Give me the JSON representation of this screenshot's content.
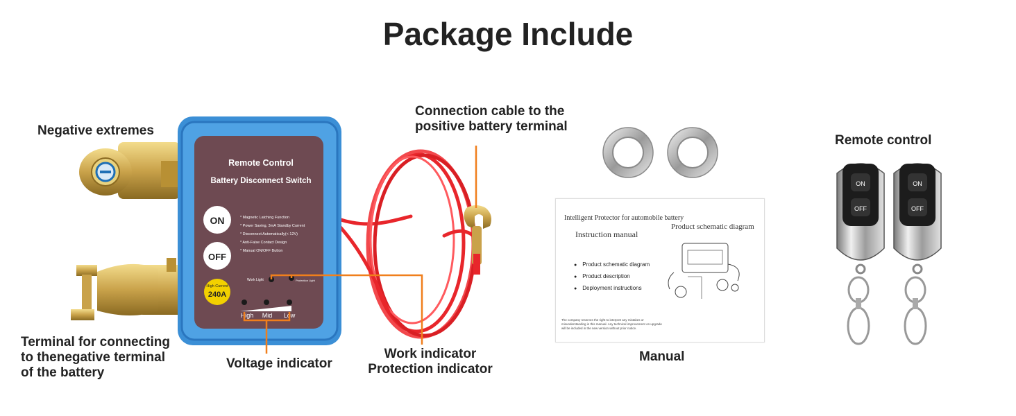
{
  "title": "Package Include",
  "labels": {
    "negative_extremes": "Negative extremes",
    "connection_cable": [
      "Connection cable to the",
      "positive battery terminal"
    ],
    "terminal": [
      "Terminal for connecting",
      "to thenegative terminal",
      "of the battery"
    ],
    "voltage_indicator": "Voltage indicator",
    "work_indicator": [
      "Work indicator",
      "Protection indicator"
    ],
    "manual": "Manual",
    "remote_control": "Remote control"
  },
  "device": {
    "line1": "Remote Control",
    "line2": "Battery Disconnect Switch",
    "on_button": "ON",
    "off_button": "OFF",
    "features": [
      "* Magnetic Latching Function",
      "* Power Saving, 3mA Standby Current",
      "* Disconnect Automatically(< 12V)",
      "* Anti-False Contact Design",
      "* Manual ON/OFF Button"
    ],
    "high_current_label": "High Current",
    "high_current_value": "240A",
    "work_light": "Work Light",
    "protection_light": "Protection Light",
    "levels": [
      "High",
      "Mid",
      "Low"
    ]
  },
  "manual_doc": {
    "heading": "Intelligent Protector for automobile battery",
    "subheading": "Instruction manual",
    "schematic_title": "Product schematic diagram",
    "items": [
      "Product schematic diagram",
      "Product description",
      "Deployment instructions"
    ],
    "footer": "The company reserves the right to interpret any mistakes or misunderstanding in this manual. Any technical improvement on upgrade will be included in the new version without prior notice."
  },
  "remote": {
    "on": "ON",
    "off": "OFF"
  },
  "colors": {
    "device_blue": "#3b8fd6",
    "panel": "#6e4a52",
    "cable": "#e8262b",
    "brass": "#c9a24a",
    "leader": "#f07f1c"
  }
}
